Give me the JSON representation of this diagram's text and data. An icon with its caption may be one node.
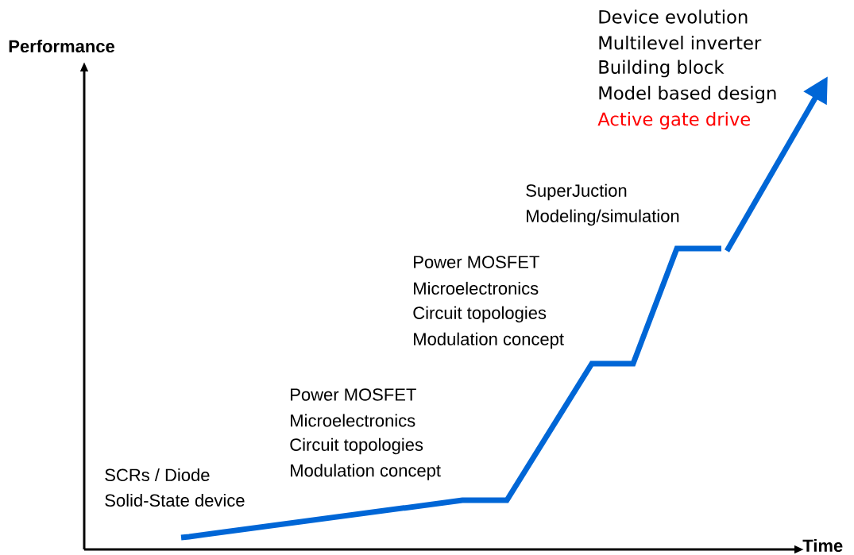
{
  "diagram": {
    "labels": [
      "Performance",
      "Device evolution",
      "Multilevel inverter",
      "Building block",
      "Model based design",
      "Active gate drive",
      "SuperJuction",
      "Modeling/simulation",
      "Power MOSFET",
      "Microelectronics",
      "Circuit topologies",
      "Modulation concept",
      "Power MOSFET",
      "Microelectronics",
      "Circuit topologies",
      "Modulation concept",
      "SCRs / Diode",
      "Solid-State device",
      "Time"
    ]
  }
}
